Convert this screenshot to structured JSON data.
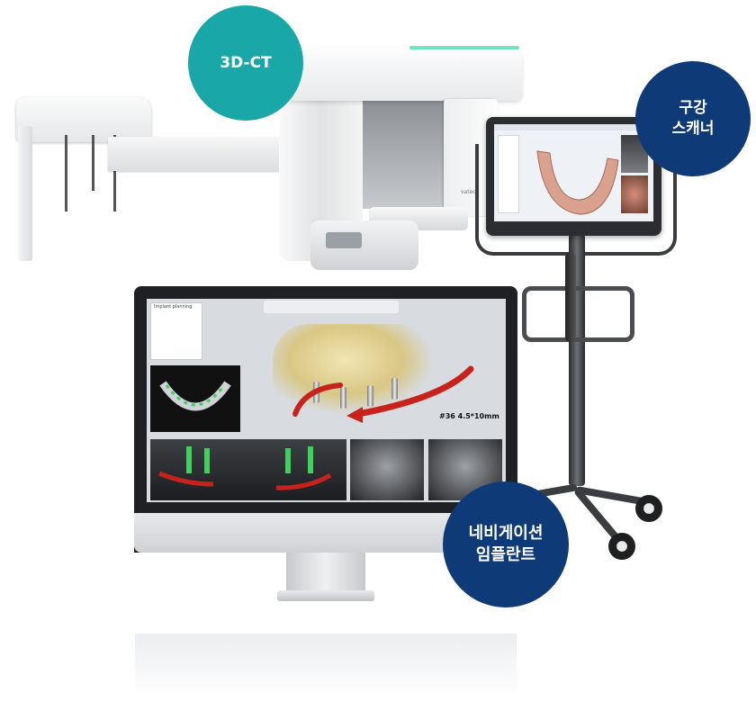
{
  "badges": {
    "ct": "3D-CT",
    "scanner_line1": "구강",
    "scanner_line2": "스캐너",
    "nav_line1": "네비게이션",
    "nav_line2": "임플란트"
  },
  "monitor": {
    "panel_title": "Implant planning",
    "implant_label": "#36 4.5*10mm"
  },
  "ct_machine": {
    "brand": "vatech"
  },
  "colors": {
    "ct_badge": "#1aa7a8",
    "navy_badge": "#0f3a78",
    "arrow_red": "#c8231b",
    "implant_green": "#3fd15c"
  }
}
